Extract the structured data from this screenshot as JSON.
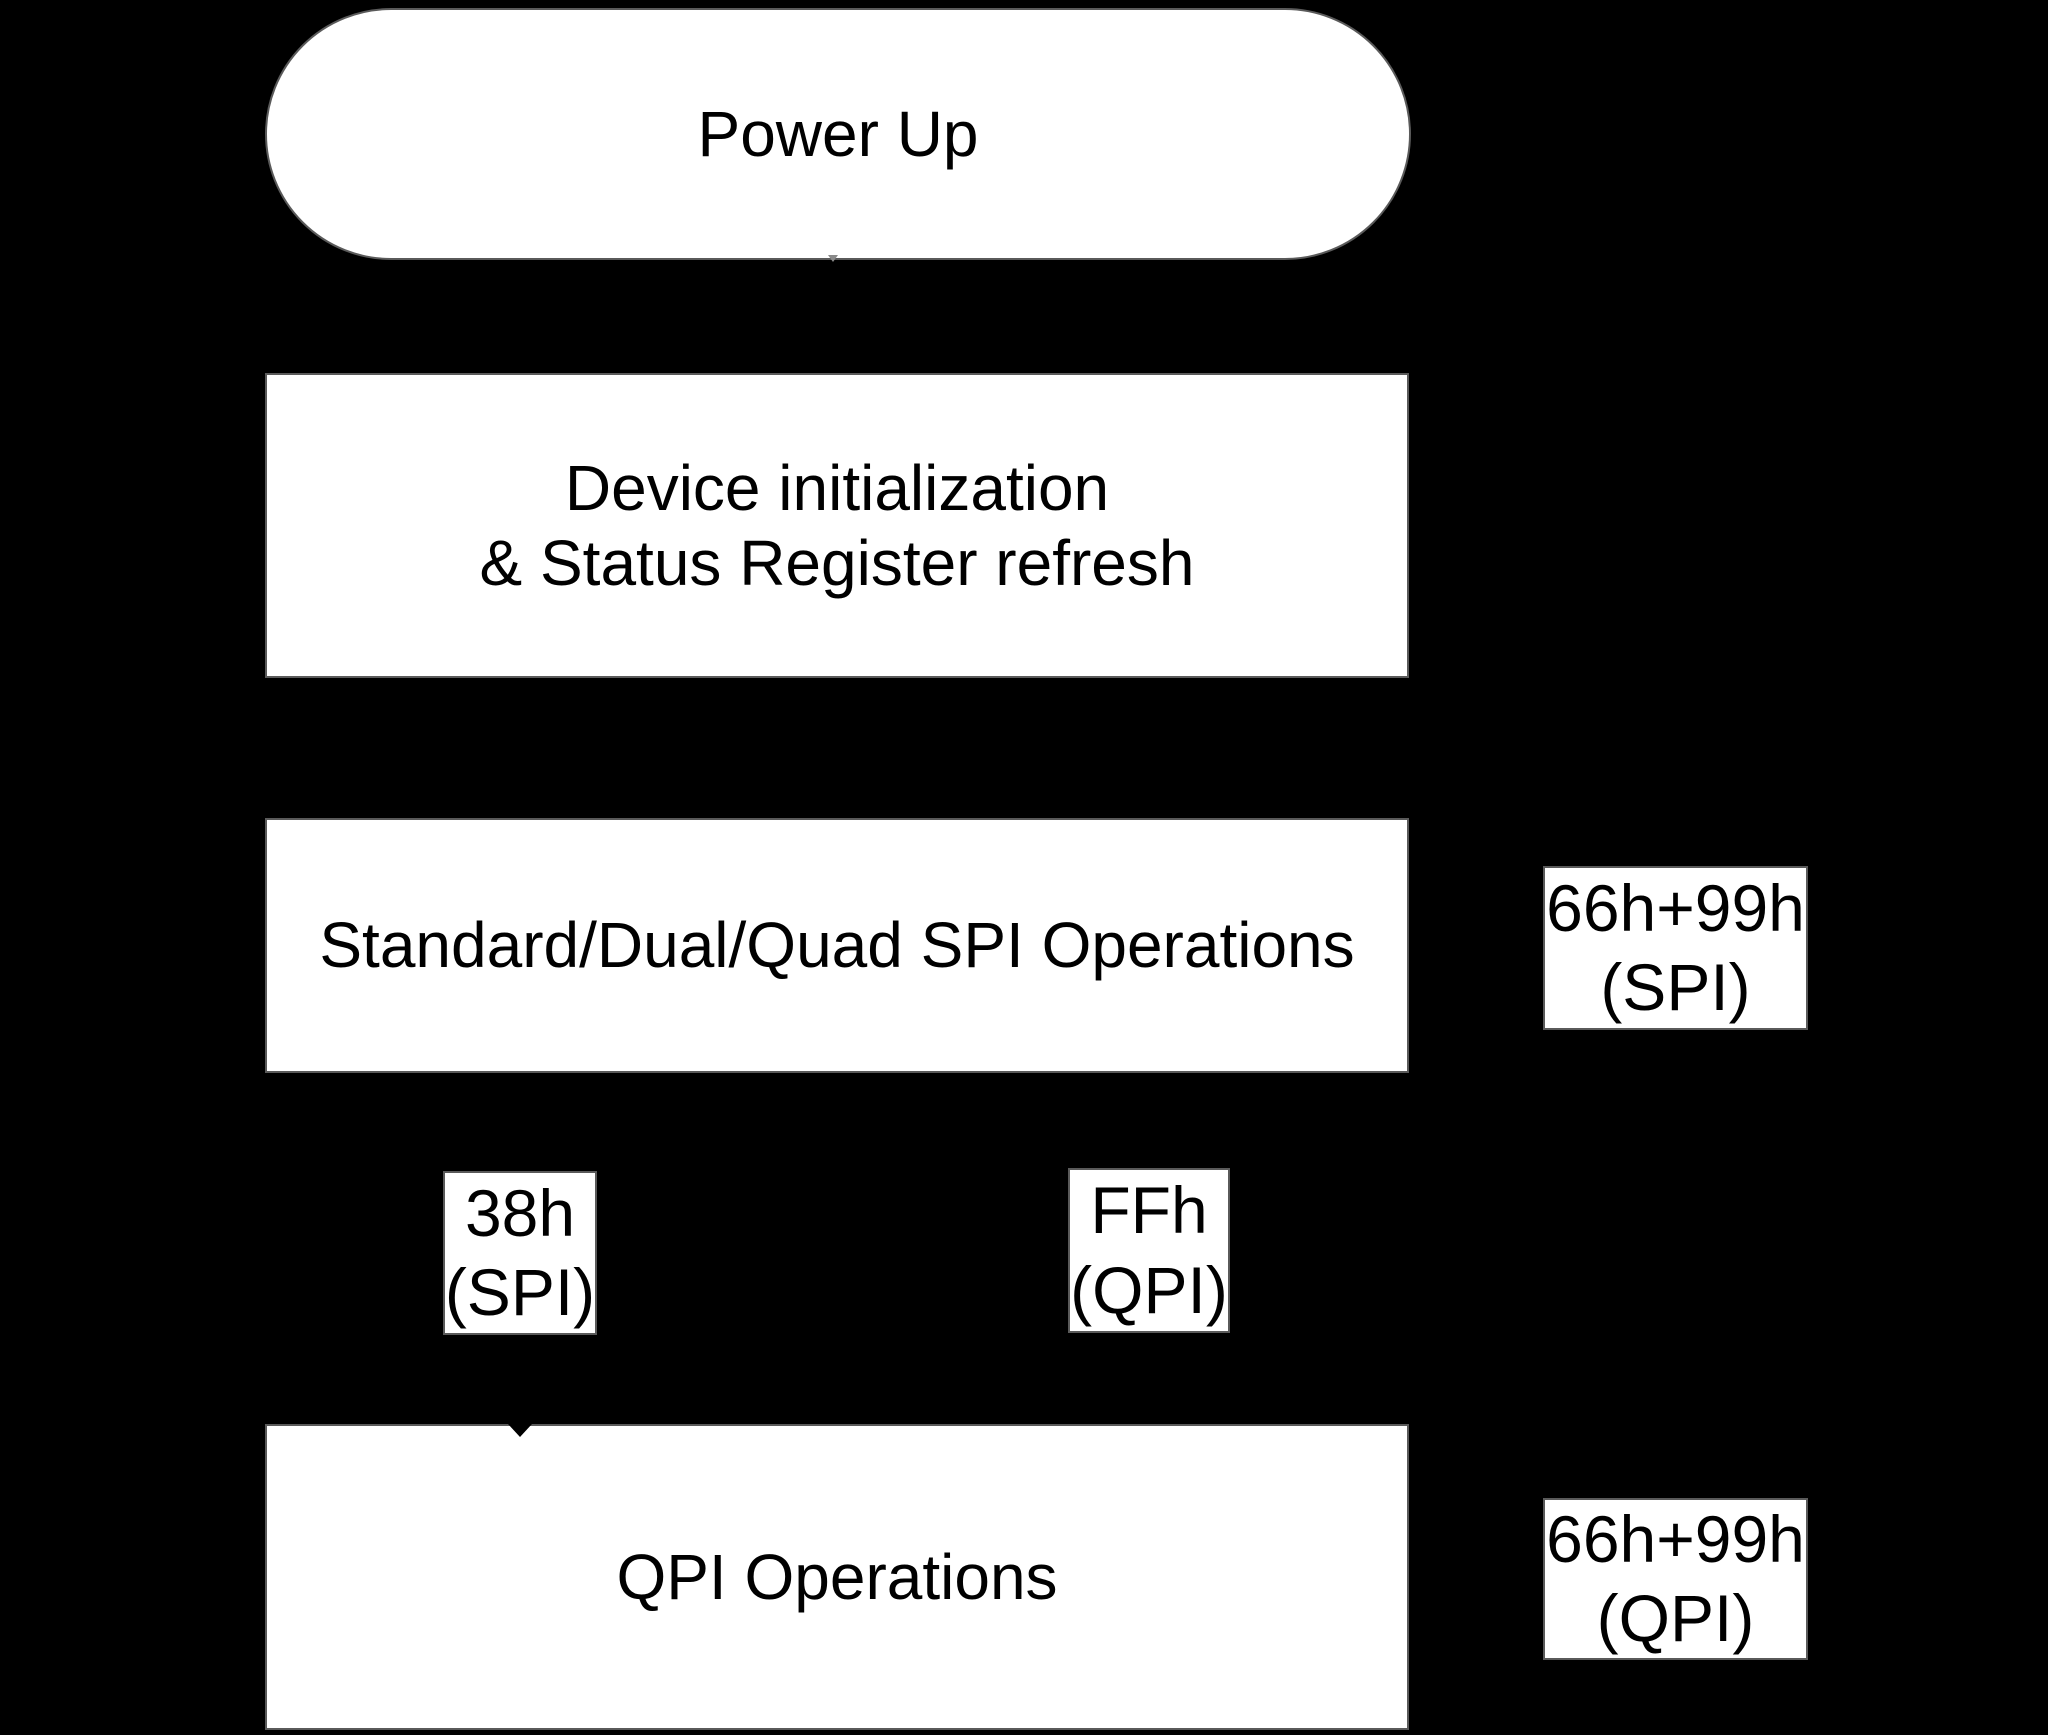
{
  "theme": {
    "background_color": "#000000",
    "node_fill_color": "#ffffff",
    "text_color": "#000000",
    "edge_color": "#5a5a5a"
  },
  "diagram": {
    "nodes": {
      "power_up": {
        "label": "Power Up"
      },
      "device_init": {
        "line1": "Device initialization",
        "line2": "& Status Register refresh"
      },
      "spi_ops": {
        "label": "Standard/Dual/Quad SPI Operations"
      },
      "qpi_ops": {
        "label": "QPI Operations"
      }
    },
    "tags": {
      "spi_reset": {
        "line1": "66h+99h",
        "line2": "(SPI)"
      },
      "enter_qpi": {
        "line1": "38h",
        "line2": "(SPI)"
      },
      "exit_qpi": {
        "line1": "FFh",
        "line2": "(QPI)"
      },
      "qpi_reset": {
        "line1": "66h+99h",
        "line2": "(QPI)"
      }
    }
  }
}
